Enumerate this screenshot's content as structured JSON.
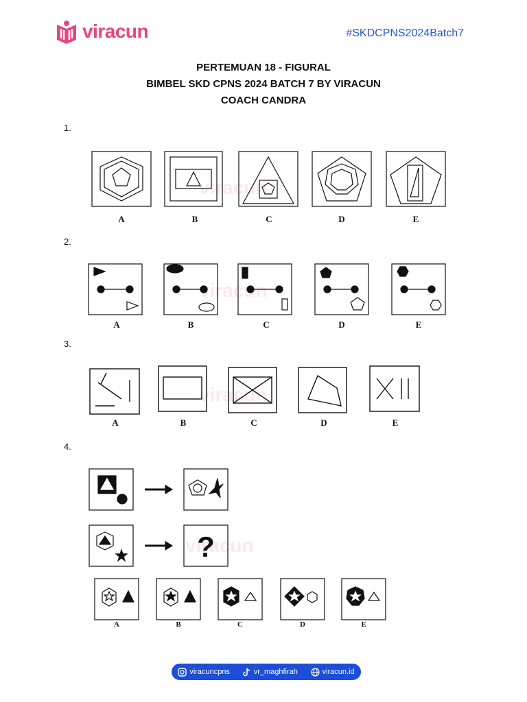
{
  "header": {
    "brand": "viracun",
    "hashtag": "#SKDCPNS2024Batch7"
  },
  "title": {
    "line1": "PERTEMUAN 18 - FIGURAL",
    "line2": "BIMBEL SKD CPNS 2024 BATCH 7 BY VIRACUN",
    "line3": "COACH CANDRA"
  },
  "questions": [
    {
      "number": "1.",
      "options": [
        "A",
        "B",
        "C",
        "D",
        "E"
      ]
    },
    {
      "number": "2.",
      "options": [
        "A",
        "B",
        "C",
        "D",
        "E"
      ]
    },
    {
      "number": "3.",
      "options": [
        "A",
        "B",
        "C",
        "D",
        "E"
      ]
    },
    {
      "number": "4.",
      "options": [
        "A",
        "B",
        "C",
        "D",
        "E"
      ],
      "unknown": "?"
    }
  ],
  "watermark": "viracun",
  "footer": {
    "instagram": "viracuncpns",
    "tiktok": "vr_maghfirah",
    "website": "viracun.id"
  },
  "colors": {
    "brand": "#e8467a",
    "hashtag": "#2856c9",
    "footer_bg": "#1d4ed8"
  }
}
